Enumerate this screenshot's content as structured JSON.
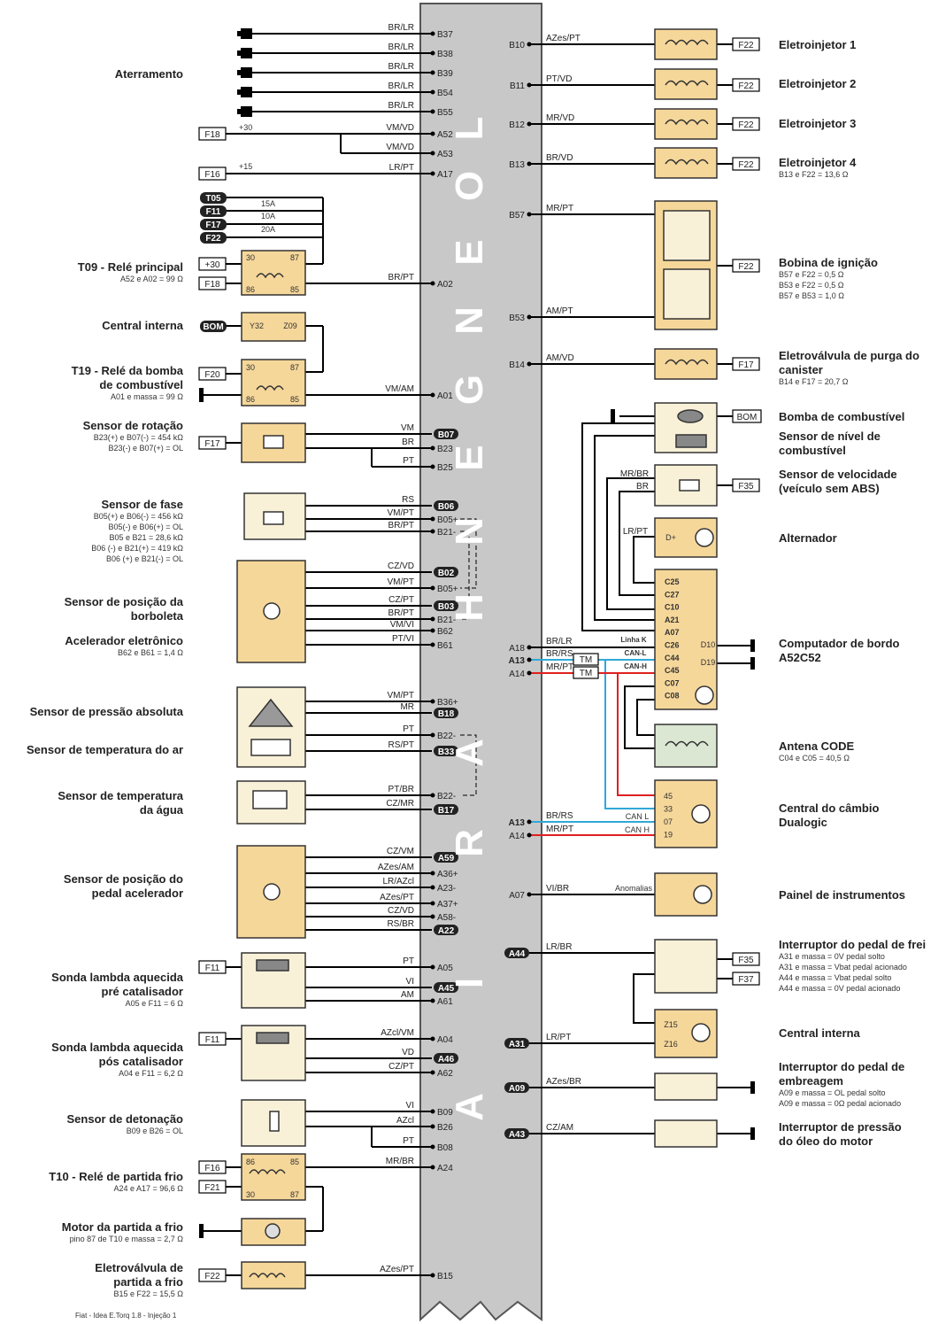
{
  "ecu": {
    "banner": "CICLOENGENHARIA"
  },
  "footer": "Fiat - Idea E.Torq 1.8 - Injeção 1",
  "left": [
    {
      "id": "aterramento",
      "title": "Aterramento",
      "sub": ""
    },
    {
      "id": "t09",
      "title": "T09 - Relé principal",
      "sub": "A52 e A02 = 99 Ω"
    },
    {
      "id": "central1",
      "title": "Central interna",
      "sub": ""
    },
    {
      "id": "t19",
      "title": "T19 - Relé da bomba de combustível",
      "sub": "A01 e massa = 99 Ω"
    },
    {
      "id": "rot",
      "title": "Sensor de rotação",
      "sub": "B23(+) e B07(-) = 454 kΩ | B23(-) e B07(+) = OL"
    },
    {
      "id": "fase",
      "title": "Sensor de fase",
      "sub": "B05(+) e B06(-) = 456 kΩ | B05(-) e B06(+) = OL | B05 e B21 = 28,6 kΩ | B06 (-) e B21(+) = 419 kΩ | B06 (+) e B21(-) = OL"
    },
    {
      "id": "borb",
      "title": "Sensor de posição da borboleta",
      "sub": ""
    },
    {
      "id": "acel",
      "title": "Acelerador eletrônico",
      "sub": "B62 e B61 = 1,4 Ω"
    },
    {
      "id": "map",
      "title": "Sensor de pressão absoluta",
      "sub": ""
    },
    {
      "id": "tar",
      "title": "Sensor de temperatura do ar",
      "sub": ""
    },
    {
      "id": "tagua",
      "title": "Sensor de temperatura da água",
      "sub": ""
    },
    {
      "id": "pedal",
      "title": "Sensor de posição do pedal acelerador",
      "sub": ""
    },
    {
      "id": "lamb1",
      "title": "Sonda lambda aquecida pré catalisador",
      "sub": "A05 e F11 = 6 Ω"
    },
    {
      "id": "lamb2",
      "title": "Sonda lambda aquecida pós catalisador",
      "sub": "A04 e F11 = 6,2 Ω"
    },
    {
      "id": "det",
      "title": "Sensor de detonação",
      "sub": "B09 e B26 = OL"
    },
    {
      "id": "t10",
      "title": "T10 - Relé de partida frio",
      "sub": "A24 e A17 = 96,6 Ω"
    },
    {
      "id": "motor",
      "title": "Motor da partida a frio",
      "sub": "pino 87 de T10 e massa = 2,7 Ω"
    },
    {
      "id": "evpf",
      "title": "Eletroválvula de partida a frio",
      "sub": "B15 e F22 = 15,5 Ω"
    }
  ],
  "right": [
    {
      "id": "inj1",
      "title": "Eletroinjetor 1",
      "sub": ""
    },
    {
      "id": "inj2",
      "title": "Eletroinjetor 2",
      "sub": ""
    },
    {
      "id": "inj3",
      "title": "Eletroinjetor 3",
      "sub": ""
    },
    {
      "id": "inj4",
      "title": "Eletroinjetor 4",
      "sub": "B13 e F22 = 13,6 Ω"
    },
    {
      "id": "bob",
      "title": "Bobina de ignição",
      "sub": "B57 e F22 = 0,5 Ω | B53 e F22 = 0,5 Ω | B57 e B53 = 1,0 Ω"
    },
    {
      "id": "canister",
      "title": "Eletroválvula de purga do canister",
      "sub": "B14 e F17 = 20,7 Ω"
    },
    {
      "id": "bomba",
      "title": "Bomba de combustível",
      "sub": ""
    },
    {
      "id": "nivel",
      "title": "Sensor de nível de combustível",
      "sub": ""
    },
    {
      "id": "vel",
      "title": "Sensor de velocidade (veículo sem ABS)",
      "sub": ""
    },
    {
      "id": "alt",
      "title": "Alternador",
      "sub": ""
    },
    {
      "id": "comp",
      "title": "Computador de bordo A52C52",
      "sub": ""
    },
    {
      "id": "antena",
      "title": "Antena CODE",
      "sub": "C04 e C05 = 40,5 Ω"
    },
    {
      "id": "cambio",
      "title": "Central do câmbio Dualogic",
      "sub": ""
    },
    {
      "id": "painel",
      "title": "Painel de instrumentos",
      "sub": ""
    },
    {
      "id": "freio",
      "title": "Interruptor do pedal de freio",
      "sub": "A31 e massa = 0V pedal solto | A31 e massa = Vbat pedal acionado | A44 e massa = Vbat pedal solto | A44 e massa = 0V pedal acionado"
    },
    {
      "id": "central2",
      "title": "Central interna",
      "sub": ""
    },
    {
      "id": "embr",
      "title": "Interruptor do pedal de embreagem",
      "sub": "A09 e massa = OL pedal solto | A09 e massa = 0Ω pedal acionado"
    },
    {
      "id": "oleo",
      "title": "Interruptor de pressão do óleo do motor",
      "sub": ""
    }
  ],
  "left_pins": [
    {
      "wire": "BR/LR",
      "pin": "B37",
      "filled": false
    },
    {
      "wire": "BR/LR",
      "pin": "B38",
      "filled": false
    },
    {
      "wire": "BR/LR",
      "pin": "B39",
      "filled": false
    },
    {
      "wire": "BR/LR",
      "pin": "B54",
      "filled": false
    },
    {
      "wire": "BR/LR",
      "pin": "B55",
      "filled": false
    },
    {
      "wire": "VM/VD",
      "pin": "A52",
      "filled": false
    },
    {
      "wire": "VM/VD",
      "pin": "A53",
      "filled": false
    },
    {
      "wire": "LR/PT",
      "pin": "A17",
      "filled": false
    },
    {
      "wire": "BR/PT",
      "pin": "A02",
      "filled": false
    },
    {
      "wire": "VM/AM",
      "pin": "A01",
      "filled": false
    },
    {
      "wire": "VM",
      "pin": "B07",
      "filled": true
    },
    {
      "wire": "BR",
      "pin": "B23",
      "filled": false
    },
    {
      "wire": "PT",
      "pin": "B25",
      "filled": false
    },
    {
      "wire": "RS",
      "pin": "B06",
      "filled": true
    },
    {
      "wire": "VM/PT",
      "pin": "B05+",
      "filled": false
    },
    {
      "wire": "BR/PT",
      "pin": "B21-",
      "filled": false
    },
    {
      "wire": "CZ/VD",
      "pin": "B02",
      "filled": true
    },
    {
      "wire": "VM/PT",
      "pin": "B05+",
      "filled": false
    },
    {
      "wire": "CZ/PT",
      "pin": "B03",
      "filled": true
    },
    {
      "wire": "BR/PT",
      "pin": "B21-",
      "filled": false
    },
    {
      "wire": "VM/VI",
      "pin": "B62",
      "filled": false
    },
    {
      "wire": "PT/VI",
      "pin": "B61",
      "filled": false
    },
    {
      "wire": "VM/PT",
      "pin": "B36+",
      "filled": false
    },
    {
      "wire": "MR",
      "pin": "B18",
      "filled": true
    },
    {
      "wire": "PT",
      "pin": "B22-",
      "filled": false
    },
    {
      "wire": "RS/PT",
      "pin": "B33",
      "filled": true
    },
    {
      "wire": "PT/BR",
      "pin": "B22-",
      "filled": false
    },
    {
      "wire": "CZ/MR",
      "pin": "B17",
      "filled": true
    },
    {
      "wire": "CZ/VM",
      "pin": "A59",
      "filled": true
    },
    {
      "wire": "AZes/AM",
      "pin": "A36+",
      "filled": false
    },
    {
      "wire": "LR/AZcl",
      "pin": "A23-",
      "filled": false
    },
    {
      "wire": "AZes/PT",
      "pin": "A37+",
      "filled": false
    },
    {
      "wire": "CZ/VD",
      "pin": "A58-",
      "filled": false
    },
    {
      "wire": "RS/BR",
      "pin": "A22",
      "filled": true
    },
    {
      "wire": "PT",
      "pin": "A05",
      "filled": false
    },
    {
      "wire": "VI",
      "pin": "A45",
      "filled": true
    },
    {
      "wire": "AM",
      "pin": "A61",
      "filled": false
    },
    {
      "wire": "AZcl/VM",
      "pin": "A04",
      "filled": false
    },
    {
      "wire": "VD",
      "pin": "A46",
      "filled": true
    },
    {
      "wire": "CZ/PT",
      "pin": "A62",
      "filled": false
    },
    {
      "wire": "VI",
      "pin": "B09",
      "filled": false
    },
    {
      "wire": "AZcl",
      "pin": "B26",
      "filled": false
    },
    {
      "wire": "PT",
      "pin": "B08",
      "filled": false
    },
    {
      "wire": "MR/BR",
      "pin": "A24",
      "filled": false
    },
    {
      "wire": "AZes/PT",
      "pin": "B15",
      "filled": false
    }
  ],
  "right_pins": [
    {
      "pin": "B10",
      "wire": "AZes/PT",
      "filled": false
    },
    {
      "pin": "B11",
      "wire": "PT/VD",
      "filled": false
    },
    {
      "pin": "B12",
      "wire": "MR/VD",
      "filled": false
    },
    {
      "pin": "B13",
      "wire": "BR/VD",
      "filled": false
    },
    {
      "pin": "B57",
      "wire": "MR/PT",
      "filled": false
    },
    {
      "pin": "B53",
      "wire": "AM/PT",
      "filled": false
    },
    {
      "pin": "B14",
      "wire": "AM/VD",
      "filled": false
    },
    {
      "pin": "A18",
      "wire": "BR/LR",
      "filled": false
    },
    {
      "pin": "A13",
      "wire": "BR/RS",
      "filled": false
    },
    {
      "pin": "A14",
      "wire": "MR/PT",
      "filled": false
    },
    {
      "pin": "A13",
      "wire": "BR/RS",
      "filled": false
    },
    {
      "pin": "A14",
      "wire": "MR/PT",
      "filled": false
    },
    {
      "pin": "A07",
      "wire": "VI/BR",
      "filled": false
    },
    {
      "pin": "A44",
      "wire": "LR/BR",
      "filled": true
    },
    {
      "pin": "A31",
      "wire": "LR/PT",
      "filled": true
    },
    {
      "pin": "A09",
      "wire": "AZes/BR",
      "filled": true
    },
    {
      "pin": "A43",
      "wire": "CZ/AM",
      "filled": true
    }
  ],
  "fuses": {
    "f18": "F18",
    "f16": "F16",
    "t05": "T05",
    "f11": "F11",
    "f17": "F17",
    "f22": "F22",
    "plus30": "+30",
    "plus15": "+15",
    "a15": "15A",
    "a10": "10A",
    "a20": "20A",
    "f20": "F20",
    "bom": "BOM",
    "f35": "F35",
    "f37": "F37",
    "f21": "F21"
  },
  "misc": {
    "linha_k": "Linha K",
    "can_l": "CAN-L",
    "can_h": "CAN-H",
    "tm": "TM",
    "can_l2": "CAN L",
    "can_h2": "CAN H",
    "anomalias": "Anomalias",
    "y32": "Y32",
    "z09": "Z09",
    "z15": "Z15",
    "z16": "Z16",
    "d10": "D10",
    "d19": "D19",
    "dplus": "D+",
    "comp_pins": [
      "C25",
      "C27",
      "C10",
      "A21",
      "A07",
      "C26",
      "C44",
      "C45",
      "C07",
      "C08"
    ],
    "cambio_pins": [
      "45",
      "33",
      "07",
      "19"
    ],
    "relay_pins": [
      "30",
      "87",
      "85",
      "86"
    ],
    "wire_labels_comp": [
      "MR/BR",
      "BR",
      "LR/PT"
    ]
  },
  "colors": {
    "ecu": "#c8c8c8",
    "box": "#f6d79a",
    "box_light": "#f8f1d8",
    "fuse": "#ffffff",
    "can_blue": "#30a8d8",
    "can_red": "#e02020",
    "antena": "#dbe7d2"
  }
}
